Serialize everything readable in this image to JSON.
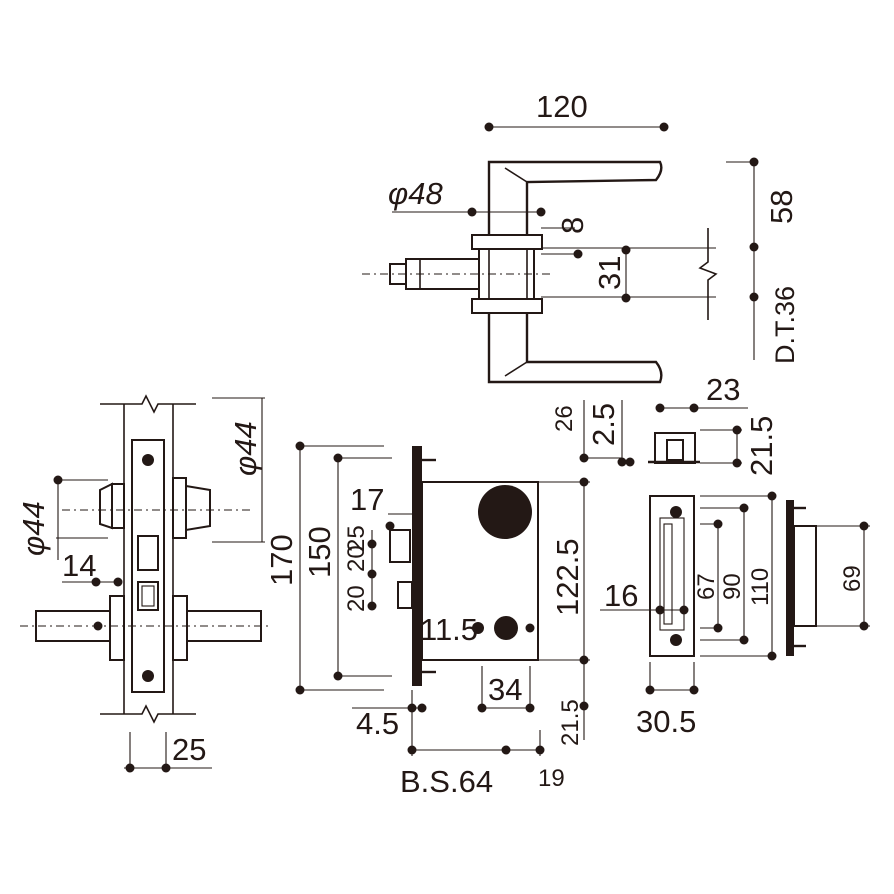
{
  "drawing": {
    "lever_top": {
      "width": "120",
      "rose_diameter": "φ48",
      "rose_thickness": "8",
      "spindle_offset": "31",
      "projection": "58",
      "door_thickness": "D.T.36"
    },
    "strike": {
      "width": "23",
      "offset_a": "2.5",
      "offset_b": "26",
      "depth": "21.5"
    },
    "side_view": {
      "escutcheon_dia_upper": "φ44",
      "escutcheon_dia_left": "φ44",
      "offset": "14",
      "bottom_width": "25"
    },
    "lock_body": {
      "height_outer": "170",
      "height_inner": "150",
      "latch_height": "17",
      "dim_20_upper": "20",
      "dim_5": "25",
      "dim_20_lower": "20",
      "case_height": "122.5",
      "hub_offset": "11.5",
      "bottom_offset": "21.5",
      "front_thickness": "4.5",
      "hub_distance": "34",
      "backset": "B.S.64",
      "case_depth": "19",
      "bottom_case": "21.5"
    },
    "strike_plate": {
      "width": "16",
      "h1": "67",
      "h2": "90",
      "h3": "110",
      "box_height": "69",
      "plate_width": "30.5"
    }
  }
}
